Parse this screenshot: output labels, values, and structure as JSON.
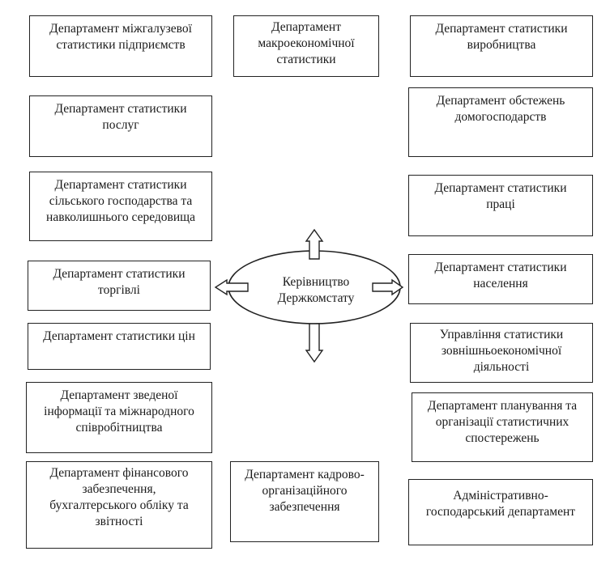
{
  "center": {
    "lines": [
      "Керівництво",
      "Держкомстату"
    ]
  },
  "departments": [
    {
      "id": "interbranch",
      "lines": [
        "Департамент міжгалузевої",
        "статистики підприємств"
      ]
    },
    {
      "id": "macroeconomic",
      "lines": [
        "Департамент",
        "макроекономічної",
        "статистики"
      ]
    },
    {
      "id": "production",
      "lines": [
        "Департамент статистики",
        "виробництва"
      ]
    },
    {
      "id": "services",
      "lines": [
        "Департамент статистики",
        "послуг"
      ]
    },
    {
      "id": "households",
      "lines": [
        "Департамент обстежень",
        "домогосподарств"
      ]
    },
    {
      "id": "agriculture",
      "lines": [
        "Департамент статистики",
        "сільського господарства та",
        "навколишнього середовища"
      ]
    },
    {
      "id": "labour",
      "lines": [
        "Департамент статистики",
        "праці"
      ]
    },
    {
      "id": "trade",
      "lines": [
        "Департамент статистики",
        "торгівлі"
      ]
    },
    {
      "id": "population",
      "lines": [
        "Департамент статистики",
        "населення"
      ]
    },
    {
      "id": "prices",
      "lines": [
        "Департамент статистики цін"
      ]
    },
    {
      "id": "foreign-economic",
      "lines": [
        "Управління статистики",
        "зовнішньоекономічної",
        "діяльності"
      ]
    },
    {
      "id": "consolidated-info",
      "lines": [
        "Департамент зведеної",
        "інформації та міжнародного",
        "співробітництва"
      ]
    },
    {
      "id": "planning",
      "lines": [
        "Департамент планування та",
        "організації статистичних",
        "спостережень"
      ]
    },
    {
      "id": "finance",
      "lines": [
        "Департамент фінансового",
        "забезпечення,",
        "бухгалтерського обліку та",
        "звітності"
      ]
    },
    {
      "id": "personnel",
      "lines": [
        "Департамент кадрово-",
        "організаційного",
        "забезпечення"
      ]
    },
    {
      "id": "administrative",
      "lines": [
        "Адміністративно-",
        "господарський департамент"
      ]
    }
  ]
}
